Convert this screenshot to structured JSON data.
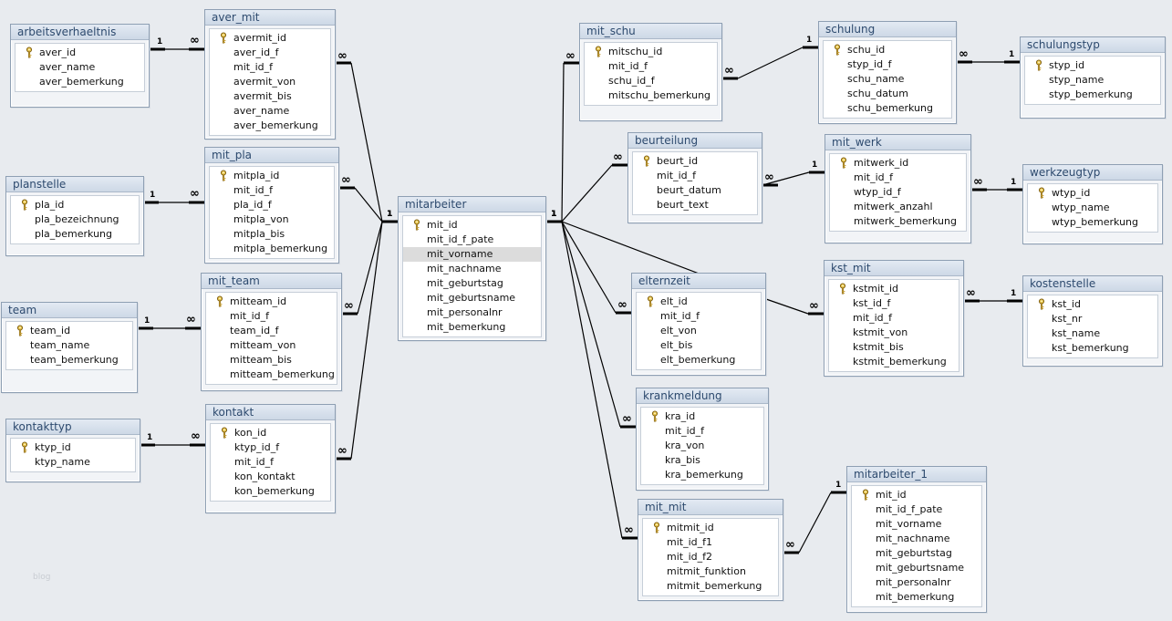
{
  "tables": {
    "arbeitsverhaeltnis": {
      "title": "arbeitsverhaeltnis",
      "fields": [
        "aver_id",
        "aver_name",
        "aver_bemerkung"
      ],
      "keys": [
        0
      ]
    },
    "aver_mit": {
      "title": "aver_mit",
      "fields": [
        "avermit_id",
        "aver_id_f",
        "mit_id_f",
        "avermit_von",
        "avermit_bis",
        "aver_name",
        "aver_bemerkung"
      ],
      "keys": [
        0
      ]
    },
    "planstelle": {
      "title": "planstelle",
      "fields": [
        "pla_id",
        "pla_bezeichnung",
        "pla_bemerkung"
      ],
      "keys": [
        0
      ]
    },
    "mit_pla": {
      "title": "mit_pla",
      "fields": [
        "mitpla_id",
        "mit_id_f",
        "pla_id_f",
        "mitpla_von",
        "mitpla_bis",
        "mitpla_bemerkung"
      ],
      "keys": [
        0
      ]
    },
    "team": {
      "title": "team",
      "fields": [
        "team_id",
        "team_name",
        "team_bemerkung"
      ],
      "keys": [
        0
      ]
    },
    "mit_team": {
      "title": "mit_team",
      "fields": [
        "mitteam_id",
        "mit_id_f",
        "team_id_f",
        "mitteam_von",
        "mitteam_bis",
        "mitteam_bemerkung"
      ],
      "keys": [
        0
      ]
    },
    "kontakttyp": {
      "title": "kontakttyp",
      "fields": [
        "ktyp_id",
        "ktyp_name"
      ],
      "keys": [
        0
      ]
    },
    "kontakt": {
      "title": "kontakt",
      "fields": [
        "kon_id",
        "ktyp_id_f",
        "mit_id_f",
        "kon_kontakt",
        "kon_bemerkung"
      ],
      "keys": [
        0
      ]
    },
    "mitarbeiter": {
      "title": "mitarbeiter",
      "fields": [
        "mit_id",
        "mit_id_f_pate",
        "mit_vorname",
        "mit_nachname",
        "mit_geburtstag",
        "mit_geburtsname",
        "mit_personalnr",
        "mit_bemerkung"
      ],
      "keys": [
        0
      ],
      "selected": 2
    },
    "mit_schu": {
      "title": "mit_schu",
      "fields": [
        "mitschu_id",
        "mit_id_f",
        "schu_id_f",
        "mitschu_bemerkung"
      ],
      "keys": [
        0
      ]
    },
    "schulung": {
      "title": "schulung",
      "fields": [
        "schu_id",
        "styp_id_f",
        "schu_name",
        "schu_datum",
        "schu_bemerkung"
      ],
      "keys": [
        0
      ]
    },
    "schulungstyp": {
      "title": "schulungstyp",
      "fields": [
        "styp_id",
        "styp_name",
        "styp_bemerkung"
      ],
      "keys": [
        0
      ]
    },
    "beurteilung": {
      "title": "beurteilung",
      "fields": [
        "beurt_id",
        "mit_id_f",
        "beurt_datum",
        "beurt_text"
      ],
      "keys": [
        0
      ]
    },
    "mit_werk": {
      "title": "mit_werk",
      "fields": [
        "mitwerk_id",
        "mit_id_f",
        "wtyp_id_f",
        "mitwerk_anzahl",
        "mitwerk_bemerkung"
      ],
      "keys": [
        0
      ]
    },
    "werkzeugtyp": {
      "title": "werkzeugtyp",
      "fields": [
        "wtyp_id",
        "wtyp_name",
        "wtyp_bemerkung"
      ],
      "keys": [
        0
      ]
    },
    "elternzeit": {
      "title": "elternzeit",
      "fields": [
        "elt_id",
        "mit_id_f",
        "elt_von",
        "elt_bis",
        "elt_bemerkung"
      ],
      "keys": [
        0
      ]
    },
    "kst_mit": {
      "title": "kst_mit",
      "fields": [
        "kstmit_id",
        "kst_id_f",
        "mit_id_f",
        "kstmit_von",
        "kstmit_bis",
        "kstmit_bemerkung"
      ],
      "keys": [
        0
      ]
    },
    "kostenstelle": {
      "title": "kostenstelle",
      "fields": [
        "kst_id",
        "kst_nr",
        "kst_name",
        "kst_bemerkung"
      ],
      "keys": [
        0
      ]
    },
    "krankmeldung": {
      "title": "krankmeldung",
      "fields": [
        "kra_id",
        "mit_id_f",
        "kra_von",
        "kra_bis",
        "kra_bemerkung"
      ],
      "keys": [
        0
      ]
    },
    "mit_mit": {
      "title": "mit_mit",
      "fields": [
        "mitmit_id",
        "mit_id_f1",
        "mit_id_f2",
        "mitmit_funktion",
        "mitmit_bemerkung"
      ],
      "keys": [
        0
      ]
    },
    "mitarbeiter_1": {
      "title": "mitarbeiter_1",
      "fields": [
        "mit_id",
        "mit_id_f_pate",
        "mit_vorname",
        "mit_nachname",
        "mit_geburtstag",
        "mit_geburtsname",
        "mit_personalnr",
        "mit_bemerkung"
      ],
      "keys": [
        0
      ]
    }
  },
  "relationships": [
    {
      "one": "arbeitsverhaeltnis",
      "many": "aver_mit"
    },
    {
      "one": "planstelle",
      "many": "mit_pla"
    },
    {
      "one": "team",
      "many": "mit_team"
    },
    {
      "one": "kontakttyp",
      "many": "kontakt"
    },
    {
      "one": "mitarbeiter",
      "many": "aver_mit"
    },
    {
      "one": "mitarbeiter",
      "many": "mit_pla"
    },
    {
      "one": "mitarbeiter",
      "many": "mit_team"
    },
    {
      "one": "mitarbeiter",
      "many": "kontakt"
    },
    {
      "one": "mitarbeiter",
      "many": "mit_schu"
    },
    {
      "one": "mitarbeiter",
      "many": "beurteilung"
    },
    {
      "one": "mitarbeiter",
      "many": "elternzeit"
    },
    {
      "one": "mitarbeiter",
      "many": "kst_mit"
    },
    {
      "one": "mitarbeiter",
      "many": "krankmeldung"
    },
    {
      "one": "mitarbeiter",
      "many": "mit_mit"
    },
    {
      "one": "schulung",
      "many": "mit_schu"
    },
    {
      "one": "schulungstyp",
      "many": "schulung"
    },
    {
      "one": "beurteilung",
      "many": "mit_werk"
    },
    {
      "one": "werkzeugtyp",
      "many": "mit_werk"
    },
    {
      "one": "kostenstelle",
      "many": "kst_mit"
    },
    {
      "one": "mitarbeiter_1",
      "many": "mit_mit"
    }
  ],
  "labels": {
    "one": "1",
    "many": "∞"
  },
  "watermark": "blog",
  "colors": {
    "background": "#e8ebef",
    "title_text": "#2d4a6e",
    "border": "#8e9fb3",
    "line": "#000000"
  }
}
